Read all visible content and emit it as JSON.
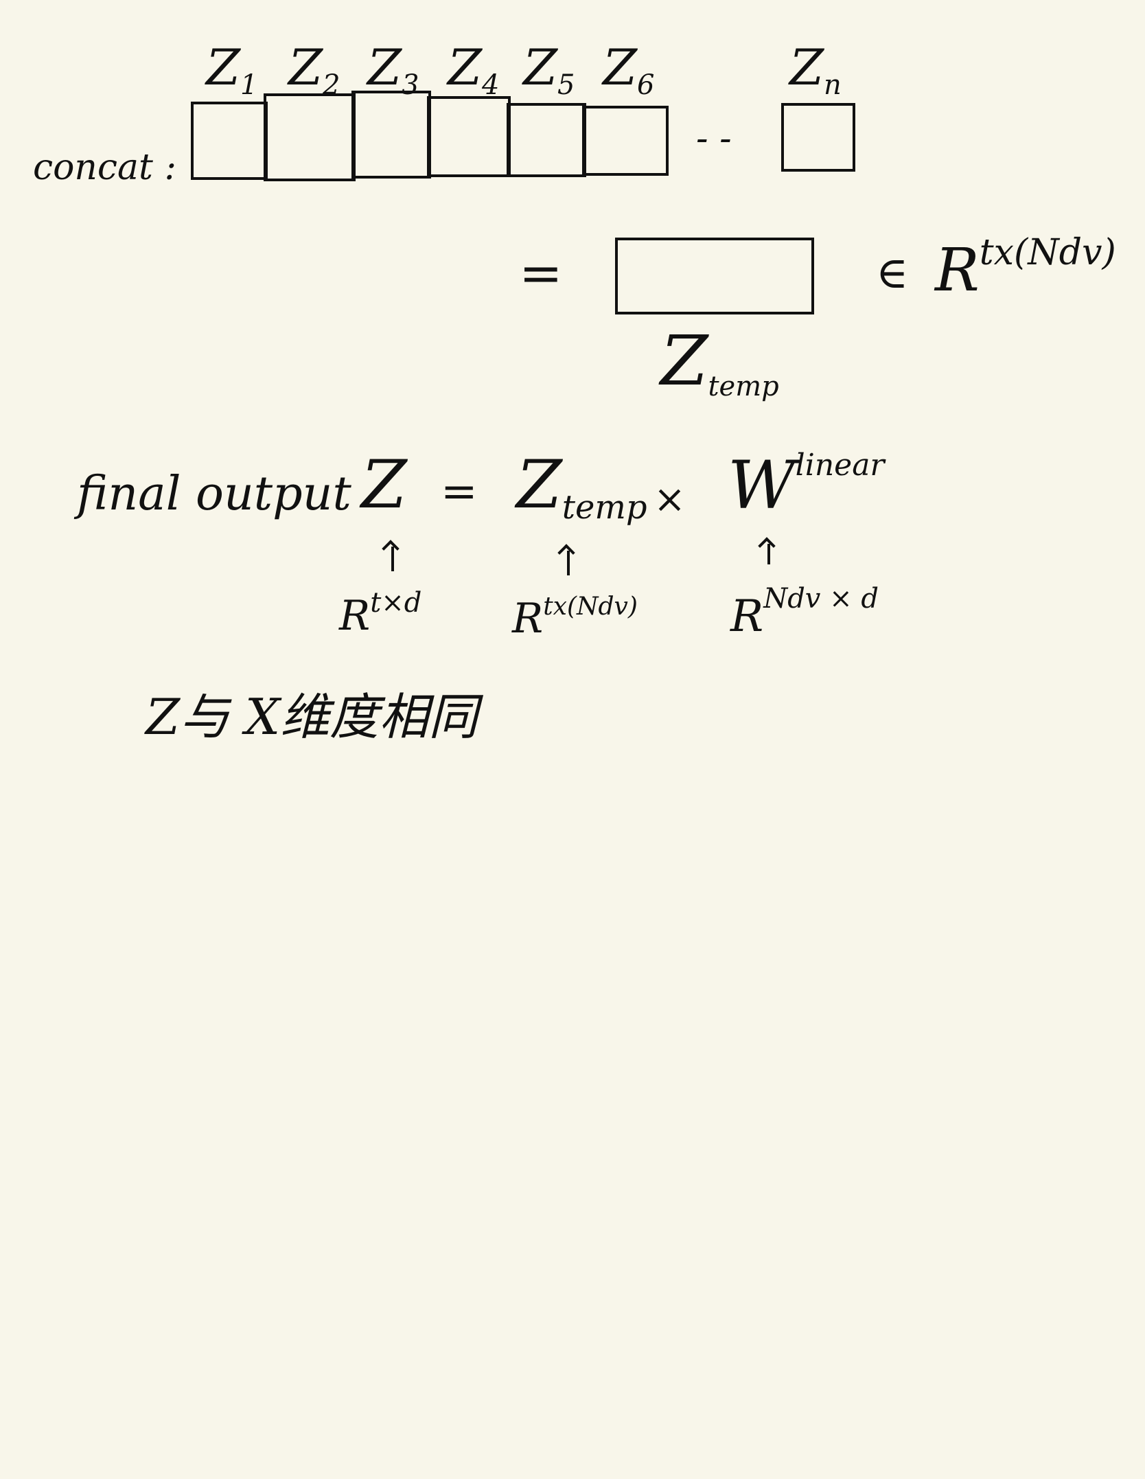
{
  "concat_label": "concat :",
  "blocks": [
    {
      "letter": "Z",
      "sub": "1"
    },
    {
      "letter": "Z",
      "sub": "2"
    },
    {
      "letter": "Z",
      "sub": "3"
    },
    {
      "letter": "Z",
      "sub": "4"
    },
    {
      "letter": "Z",
      "sub": "5"
    },
    {
      "letter": "Z",
      "sub": "6"
    },
    {
      "letter": "Z",
      "sub": "n"
    }
  ],
  "ellipsis": "- -",
  "equals": "=",
  "ztemp_letter": "Z",
  "ztemp_sub": "temp",
  "membership": {
    "symbol": "∈",
    "base": "R",
    "sup": "tx(Ndv)"
  },
  "final": {
    "label": "final output",
    "z": "Z",
    "equals": "=",
    "ztemp_letter": "Z",
    "ztemp_sub": "temp",
    "times": "×",
    "w": "W",
    "w_sup": "linear"
  },
  "dims": [
    {
      "base": "R",
      "sup": "t×d"
    },
    {
      "base": "R",
      "sup": "tx(Ndv)"
    },
    {
      "base": "R",
      "sup": "Ndv × d"
    }
  ],
  "note": "Z与 X维度相同"
}
